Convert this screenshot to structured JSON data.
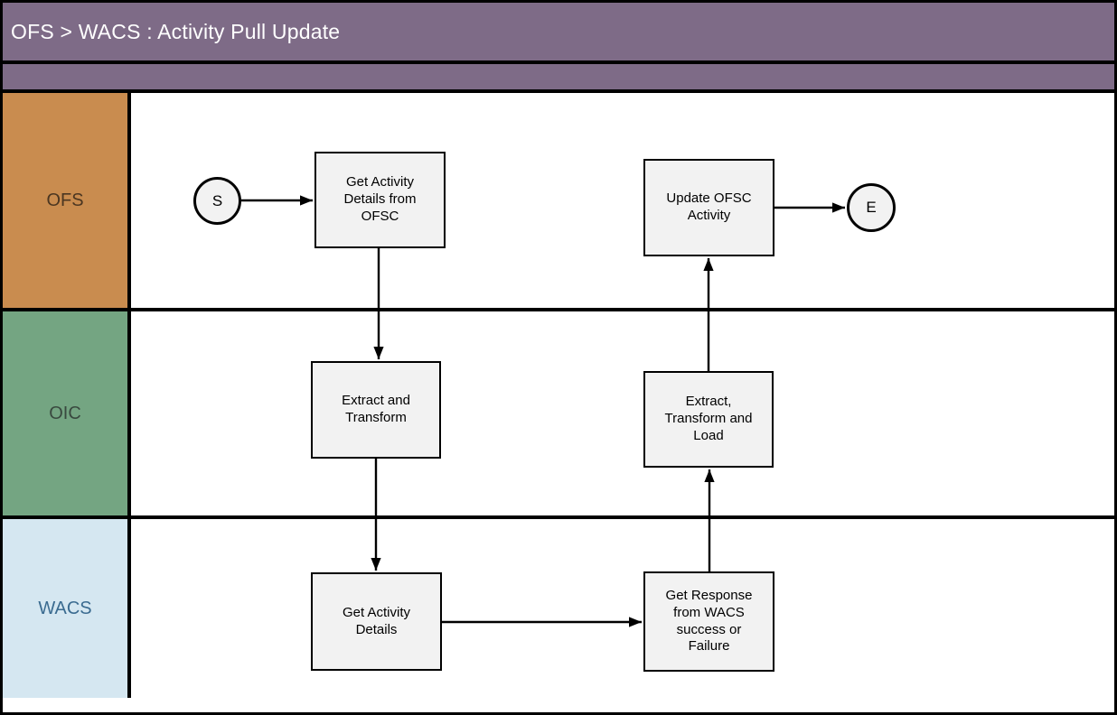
{
  "header": {
    "title": "OFS > WACS : Activity Pull Update"
  },
  "lanes": [
    {
      "label": "OFS",
      "color": "#c98c4f",
      "text_color": "#4b3621"
    },
    {
      "label": "OIC",
      "color": "#74a582",
      "text_color": "#39493f"
    },
    {
      "label": "WACS",
      "color": "#d5e7f1",
      "text_color": "#3a6b90"
    }
  ],
  "nodes": {
    "start": {
      "label": "S",
      "shape": "start-circle",
      "lane": "OFS"
    },
    "get_activity_ofsc": {
      "label": "Get Activity\nDetails from\nOFSC",
      "shape": "process",
      "lane": "OFS"
    },
    "update_ofsc": {
      "label": "Update OFSC\nActivity",
      "shape": "process",
      "lane": "OFS"
    },
    "end": {
      "label": "E",
      "shape": "end-circle",
      "lane": "OFS"
    },
    "extract_transform": {
      "label": "Extract and\nTransform",
      "shape": "process",
      "lane": "OIC"
    },
    "etl": {
      "label": "Extract,\nTransform and\nLoad",
      "shape": "process",
      "lane": "OIC"
    },
    "get_activity_details": {
      "label": "Get Activity\nDetails",
      "shape": "process",
      "lane": "WACS"
    },
    "get_response": {
      "label": "Get Response\nfrom WACS\nsuccess or\nFailure",
      "shape": "process",
      "lane": "WACS"
    }
  },
  "edges": [
    {
      "from": "start",
      "to": "get_activity_ofsc"
    },
    {
      "from": "get_activity_ofsc",
      "to": "extract_transform"
    },
    {
      "from": "extract_transform",
      "to": "get_activity_details"
    },
    {
      "from": "get_activity_details",
      "to": "get_response"
    },
    {
      "from": "get_response",
      "to": "etl"
    },
    {
      "from": "etl",
      "to": "update_ofsc"
    },
    {
      "from": "update_ofsc",
      "to": "end"
    }
  ],
  "colors": {
    "header_bg": "#7e6b87",
    "title_text": "#ffffff",
    "shape_fill": "#f2f2f2",
    "line": "#000000",
    "lane_content_bg": "#ffffff"
  }
}
